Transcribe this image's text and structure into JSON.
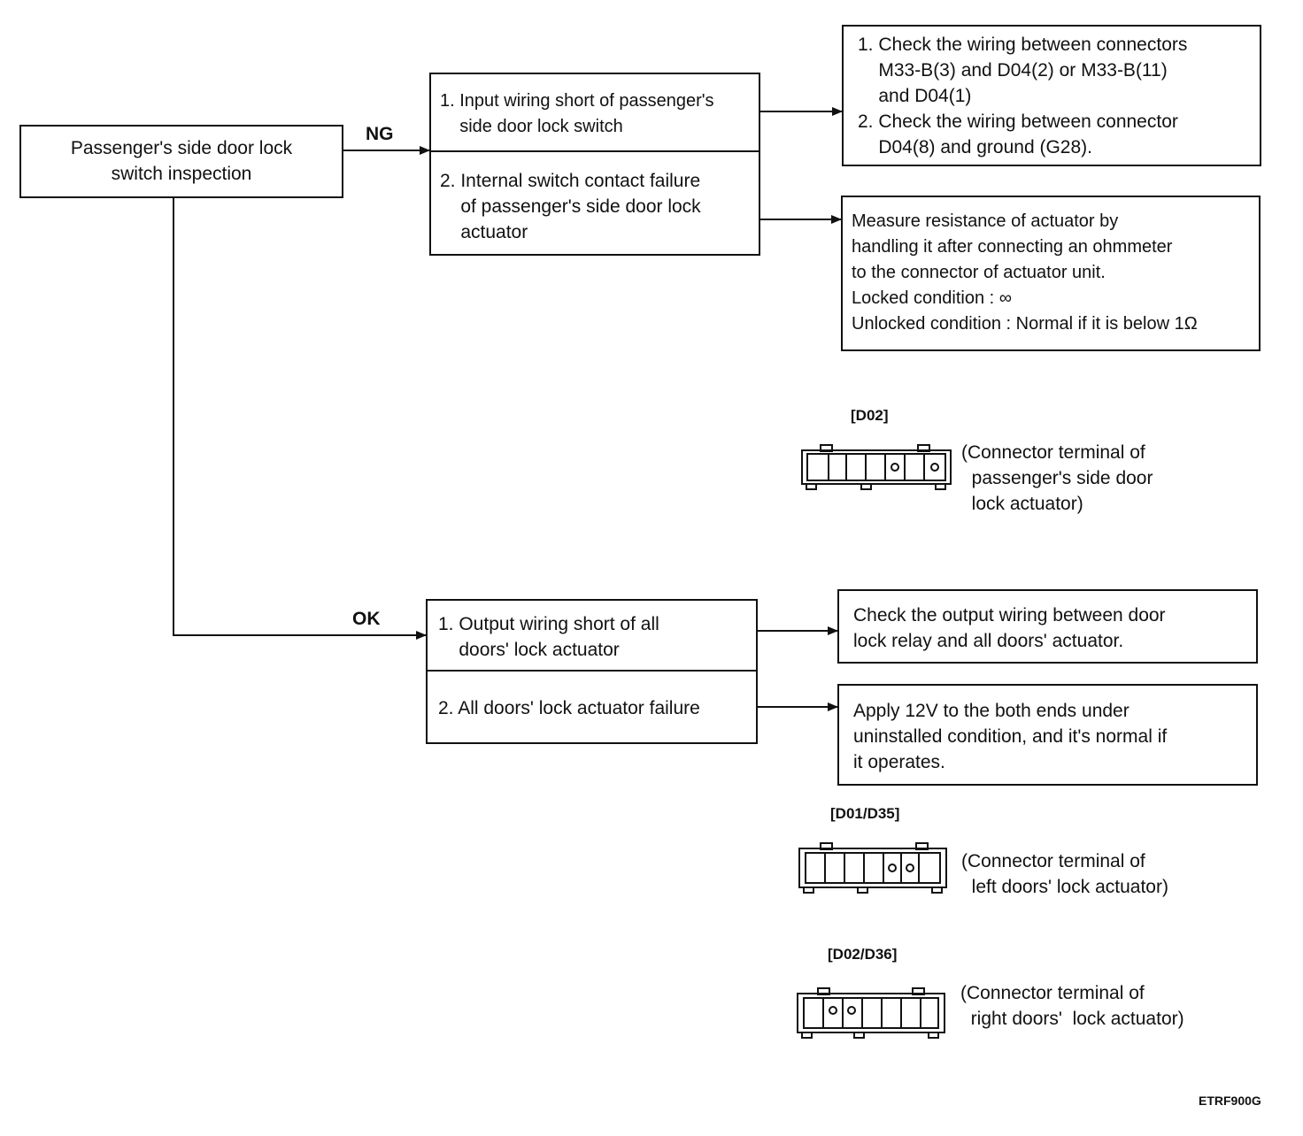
{
  "start": {
    "text": "Passenger's side door lock\nswitch inspection"
  },
  "branches": {
    "ng": "NG",
    "ok": "OK"
  },
  "ng_causes": [
    {
      "text": "1. Input wiring short of passenger's\n    side door lock switch"
    },
    {
      "text": "2. Internal switch contact failure\n    of passenger's side door lock\n    actuator"
    }
  ],
  "ok_causes": [
    {
      "text": "1. Output wiring short of all\n    doors' lock actuator"
    },
    {
      "text": "2. All doors' lock actuator failure"
    }
  ],
  "actions": {
    "wiring_check": "1. Check the wiring between connectors\n    M33-B(3) and D04(2) or M33-B(11)\n    and D04(1)\n2. Check the wiring between connector\n    D04(8) and ground (G28).",
    "resistance": "Measure resistance of actuator by\nhandling it after connecting an ohmmeter\nto the connector of actuator unit.\nLocked condition : ∞\nUnlocked condition : Normal if it is below 1Ω",
    "output_wiring": "Check the output wiring between door\nlock relay and all doors' actuator.",
    "apply_12v": "Apply 12V to the both ends under\nuninstalled condition, and it's normal if\nit operates."
  },
  "connectors": [
    {
      "id": "[D02]",
      "caption": "(Connector terminal of\n  passenger's side door\n  lock actuator)"
    },
    {
      "id": "[D01/D35]",
      "caption": "(Connector terminal of\n  left doors' lock actuator)"
    },
    {
      "id": "[D02/D36]",
      "caption": "(Connector terminal of\n  right doors'  lock actuator)"
    }
  ],
  "figure_code": "ETRF900G"
}
